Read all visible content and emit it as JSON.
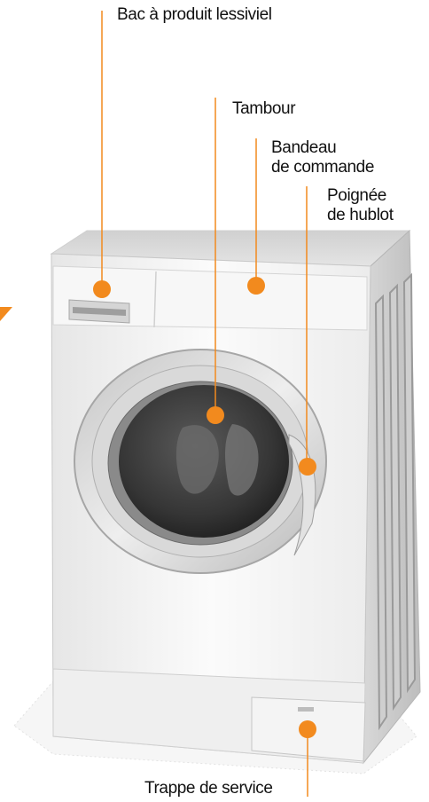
{
  "labels": {
    "detergent_drawer": "Bac à produit lessiviel",
    "drum": "Tambour",
    "control_panel_line1": "Bandeau",
    "control_panel_line2": "de commande",
    "door_handle_line1": "Poignée",
    "door_handle_line2": "de hublot",
    "service_flap": "Trappe de service"
  },
  "colors": {
    "accent": "#f28a1e",
    "text": "#111111",
    "machine_body": "#f2f2f2",
    "drum_interior": "#3a3a3a"
  }
}
